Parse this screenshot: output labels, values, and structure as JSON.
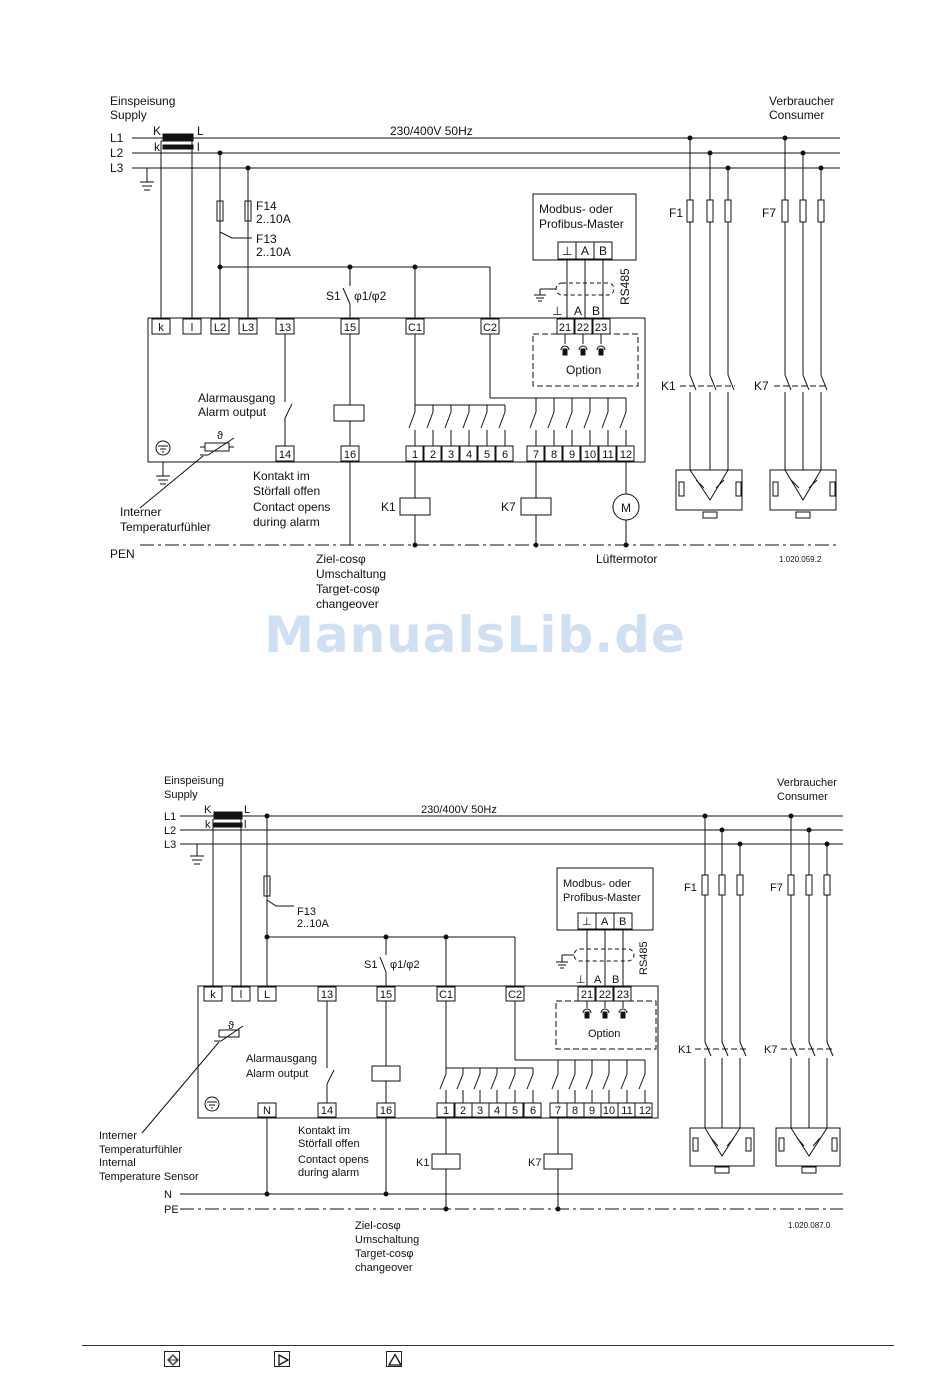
{
  "diagram1": {
    "supply_de": "Einspeisung",
    "supply_en": "Supply",
    "consumer_de": "Verbraucher",
    "consumer_en": "Consumer",
    "line1": "L1",
    "line2": "L2",
    "line3": "L3",
    "ct_K": "K",
    "ct_k": "k",
    "ct_L": "L",
    "ct_l": "l",
    "voltage": "230/400V 50Hz",
    "fuse_f14": "F14",
    "fuse_f14_rating": "2..10A",
    "fuse_f13": "F13",
    "fuse_f13_rating": "2..10A",
    "master_line1": "Modbus- oder",
    "master_line2": "Profibus-Master",
    "master_t1": "⊥",
    "master_t2": "A",
    "master_t3": "B",
    "rs485": "RS485",
    "bus_gnd": "⊥",
    "bus_a": "A",
    "bus_b": "B",
    "switch_s1": "S1",
    "switch_phi": "φ1/φ2",
    "terminals_top": [
      "k",
      "l",
      "L2",
      "L3",
      "13",
      "15",
      "C1",
      "C2",
      "21",
      "22",
      "23"
    ],
    "terminals_bottom": [
      "14",
      "16",
      "1",
      "2",
      "3",
      "4",
      "5",
      "6",
      "7",
      "8",
      "9",
      "10",
      "11",
      "12"
    ],
    "option": "Option",
    "alarm_de": "Alarmausgang",
    "alarm_en": "Alarm output",
    "temp_de1": "Interner",
    "temp_de2": "Temperaturfühler",
    "contact_de1": "Kontakt im",
    "contact_de2": "Störfall offen",
    "contact_en1": "Contact opens",
    "contact_en2": "during alarm",
    "k1": "K1",
    "k7": "K7",
    "motor": "M",
    "pen": "PEN",
    "target_de1": "Ziel-cosφ",
    "target_de2": "Umschaltung",
    "target_en1": "Target-cosφ",
    "target_en2": "changeover",
    "fan_motor": "Lüftermotor",
    "doc_code": "1.020.059.2",
    "f1": "F1",
    "f7": "F7",
    "cap_k1": "K1",
    "cap_k7": "K7"
  },
  "diagram2": {
    "supply_de": "Einspeisung",
    "supply_en": "Supply",
    "consumer_de": "Verbraucher",
    "consumer_en": "Consumer",
    "line1": "L1",
    "line2": "L2",
    "line3": "L3",
    "ct_K": "K",
    "ct_k": "k",
    "ct_L": "L",
    "ct_l": "l",
    "voltage": "230/400V 50Hz",
    "fuse_f13": "F13",
    "fuse_f13_rating": "2..10A",
    "master_line1": "Modbus- oder",
    "master_line2": "Profibus-Master",
    "master_t1": "⊥",
    "master_t2": "A",
    "master_t3": "B",
    "rs485": "RS485",
    "bus_gnd": "⊥",
    "bus_a": "A",
    "bus_b": "B",
    "switch_s1": "S1",
    "switch_phi": "φ1/φ2",
    "terminals_top": [
      "k",
      "l",
      "L",
      "13",
      "15",
      "C1",
      "C2",
      "21",
      "22",
      "23"
    ],
    "terminals_bottom": [
      "N",
      "14",
      "16",
      "1",
      "2",
      "3",
      "4",
      "5",
      "6",
      "7",
      "8",
      "9",
      "10",
      "11",
      "12"
    ],
    "option": "Option",
    "alarm_de": "Alarmausgang",
    "alarm_en": "Alarm output",
    "temp_de1": "Interner",
    "temp_de2": "Temperaturfühler",
    "temp_en1": "Internal",
    "temp_en2": "Temperature Sensor",
    "contact_de1": "Kontakt im",
    "contact_de2": "Störfall offen",
    "contact_en1": "Contact opens",
    "contact_en2": "during alarm",
    "k1": "K1",
    "k7": "K7",
    "n": "N",
    "pe": "PE",
    "target_de1": "Ziel-cosφ",
    "target_de2": "Umschaltung",
    "target_en1": "Target-cosφ",
    "target_en2": "changeover",
    "doc_code": "1.020.087.0",
    "f1": "F1",
    "f7": "F7",
    "cap_k1": "K1",
    "cap_k7": "K7"
  },
  "watermark": "ManualsLib.de",
  "footer": {
    "icons": [
      "index-icon",
      "next-page-icon",
      "warning-triangle-icon"
    ]
  }
}
